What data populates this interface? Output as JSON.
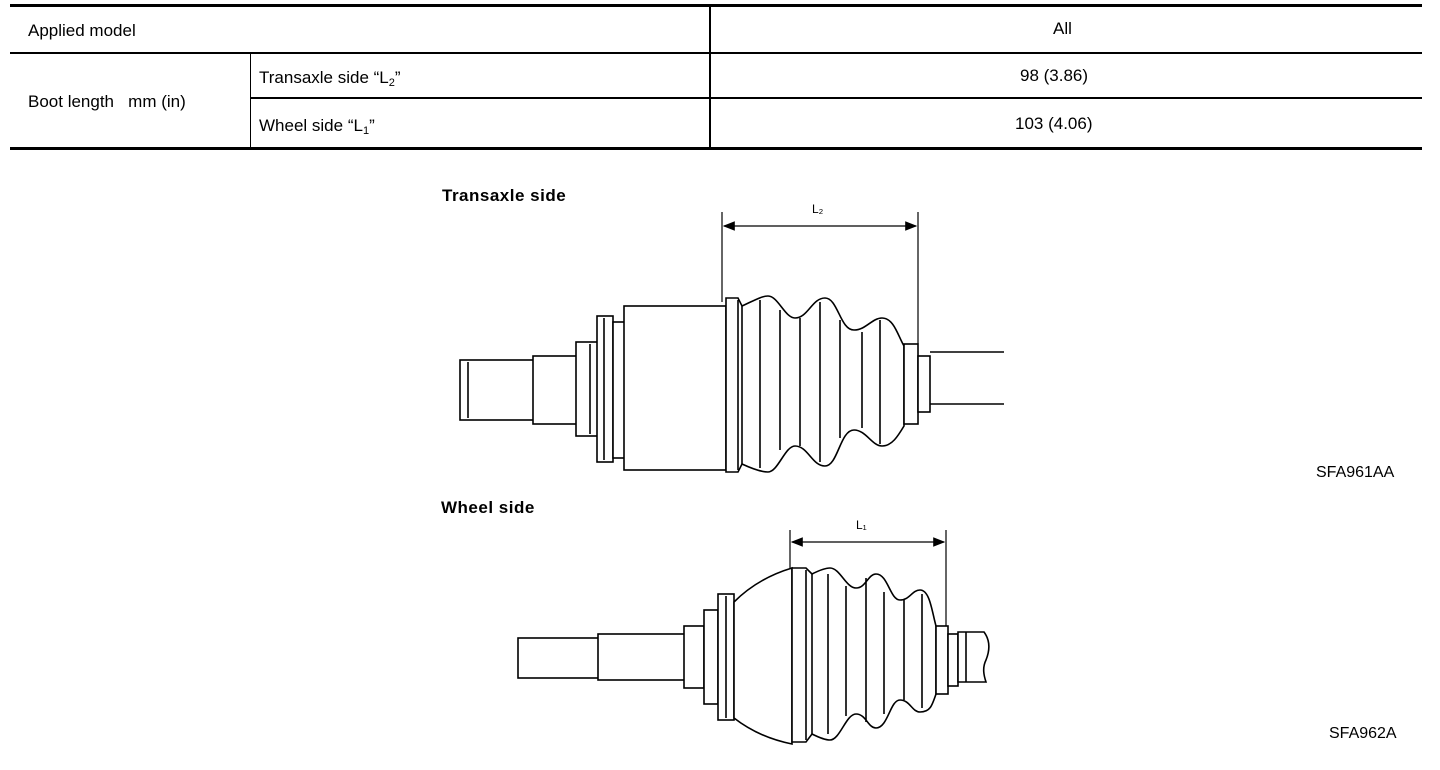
{
  "table": {
    "header": {
      "label": "Applied model",
      "value": "All"
    },
    "row_group_label": "Boot length   mm (in)",
    "rows": [
      {
        "label_text": "Transaxle side “L",
        "label_sub": "2",
        "label_end": "”",
        "value": "98 (3.86)"
      },
      {
        "label_text": "Wheel side “L",
        "label_sub": "1",
        "label_end": "”",
        "value": "103 (4.06)"
      }
    ]
  },
  "figures": [
    {
      "heading": "Transaxle side",
      "dimension_label": "L₂",
      "code": "SFA961AA"
    },
    {
      "heading": "Wheel side",
      "dimension_label": "L₁",
      "code": "SFA962A"
    }
  ]
}
